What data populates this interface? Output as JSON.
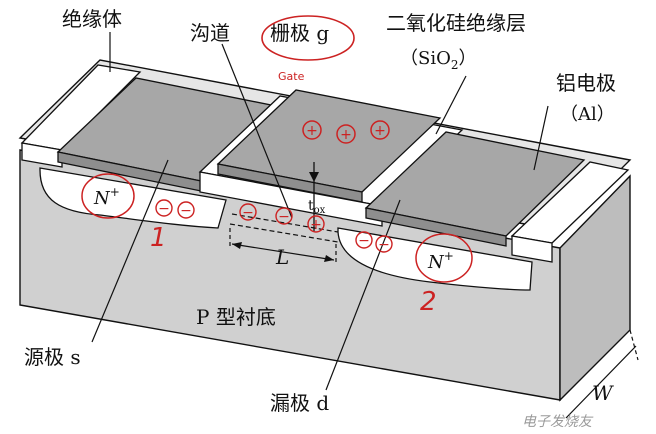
{
  "labels": {
    "insulator": "绝缘体",
    "channel": "沟道",
    "gate": "栅极 g",
    "gate_note": "Gate",
    "oxide_layer": "二氧化硅绝缘层",
    "oxide_formula_open": "（SiO",
    "oxide_formula_sub": "2",
    "oxide_formula_close": "）",
    "al_electrode": "铝电极",
    "al_formula": "（Al）",
    "source_n": "N",
    "source_n_sup": "+",
    "drain_n": "N",
    "drain_n_sup": "+",
    "tox": "t",
    "tox_sub": "ox",
    "length": "L",
    "substrate": "P 型衬底",
    "source": "源极 s",
    "drain": "漏极 d",
    "width": "W",
    "num_source": "1",
    "num_drain": "2",
    "plus": "+",
    "minus": "−"
  },
  "watermark": "电子发烧友",
  "colors": {
    "substrate_front": "#cfcfcf",
    "top_face": "#e8e8e8",
    "gray_electrode": "#a9a9a9",
    "insulator": "#ffffff",
    "annotation": "#cc2222",
    "line": "#111111"
  }
}
